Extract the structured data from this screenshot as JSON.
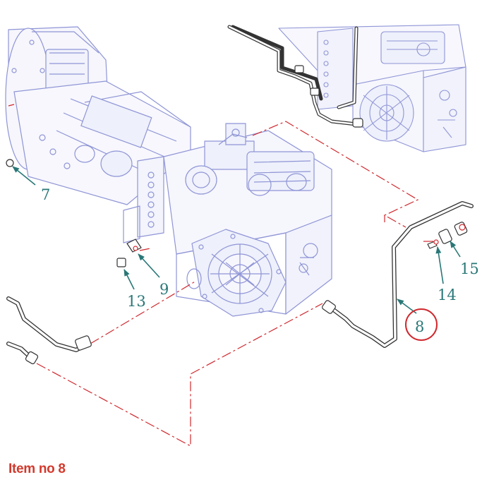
{
  "callouts": {
    "c7": "7",
    "c8": "8",
    "c9": "9",
    "c13": "13",
    "c14": "14",
    "c15": "15"
  },
  "caption": "Item no 8",
  "colors": {
    "machine": "#8f95d6",
    "pipe": "#333333",
    "leader": "#2a7777",
    "centerline": "#d0282e",
    "caption": "#d23a2e",
    "highlight_circle": "#d0282e"
  },
  "icons": {
    "highlight": "red-circle-outline"
  }
}
